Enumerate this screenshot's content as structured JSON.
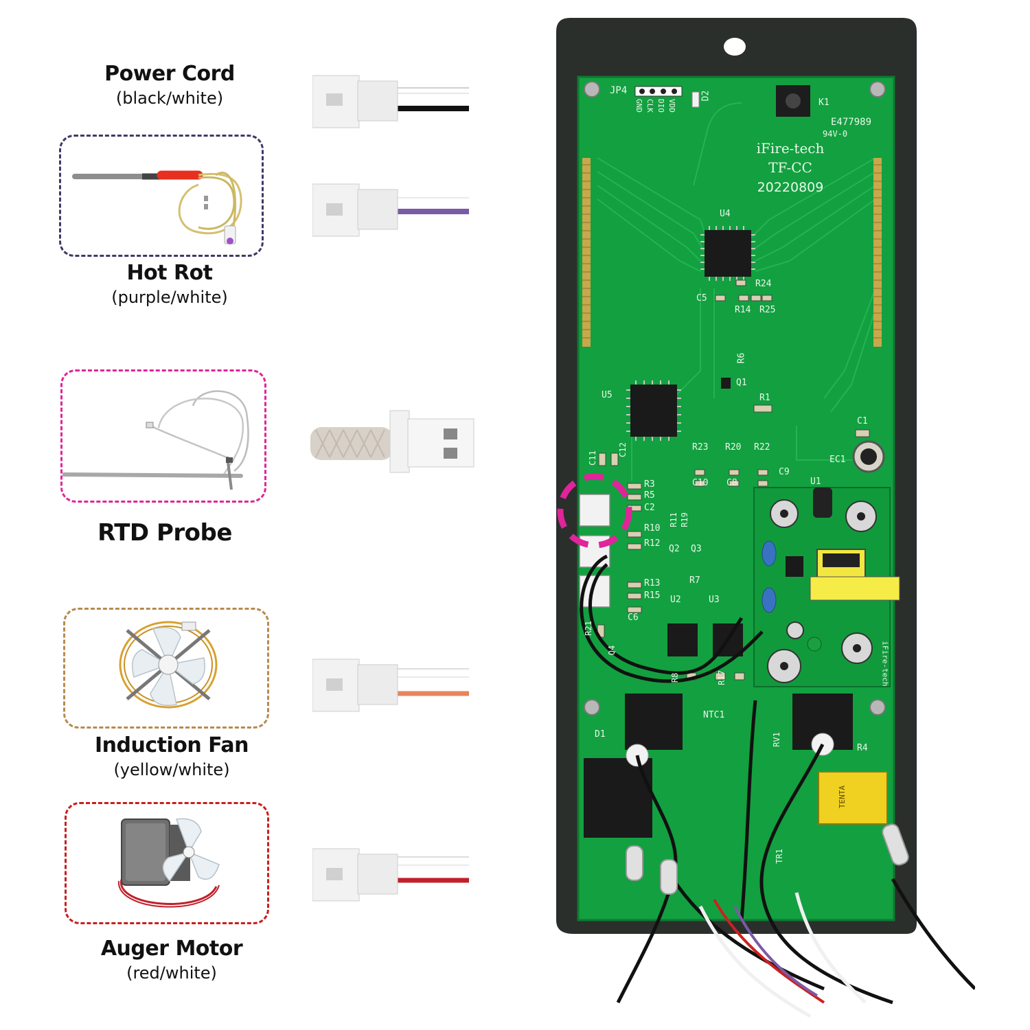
{
  "components": [
    {
      "title": "Power Cord",
      "subtitle": "(black/white)",
      "frame_color": "none",
      "wire_colors": [
        "#ffffff",
        "#111111"
      ]
    },
    {
      "title": "Hot Rot",
      "subtitle": "(purple/white)",
      "frame_color": "#3d3a66",
      "wire_colors": [
        "#ffffff",
        "#7b5aa6"
      ]
    },
    {
      "title": "RTD Probe",
      "subtitle": "",
      "frame_color": "#e0249a",
      "wire_colors": [
        "#d8d2ca"
      ]
    },
    {
      "title": "Induction Fan",
      "subtitle": "(yellow/white)",
      "frame_color": "#b78a4e",
      "wire_colors": [
        "#ffffff",
        "#e8845c"
      ]
    },
    {
      "title": "Auger Motor",
      "subtitle": "(red/white)",
      "frame_color": "#c81e1e",
      "wire_colors": [
        "#ffffff",
        "#c0202a"
      ]
    }
  ],
  "board": {
    "maker": "iFire-tech",
    "model": "TF-CC",
    "date": "20220809",
    "cert": "E477989",
    "rating": "94V-0",
    "header": "JP4",
    "header_pins": [
      "GND",
      "CLK",
      "DIO",
      "VDD"
    ],
    "refs": [
      "D2",
      "K1",
      "U4",
      "R24",
      "C5",
      "R14",
      "R25",
      "R6",
      "Q1",
      "U5",
      "R1",
      "C1",
      "EC1",
      "C11",
      "C12",
      "R23",
      "R20",
      "R22",
      "C9",
      "C10",
      "C8",
      "U1",
      "R3",
      "R5",
      "C2",
      "R10",
      "R11",
      "R19",
      "R12",
      "Q2",
      "Q3",
      "R13",
      "R7",
      "R15",
      "U2",
      "U3",
      "C6",
      "R21",
      "Q4",
      "R8",
      "R17",
      "NTC1",
      "D1",
      "RV1",
      "R4",
      "TR1"
    ],
    "relay_marking": "TENTA",
    "module_marking": "iFire-tech"
  }
}
